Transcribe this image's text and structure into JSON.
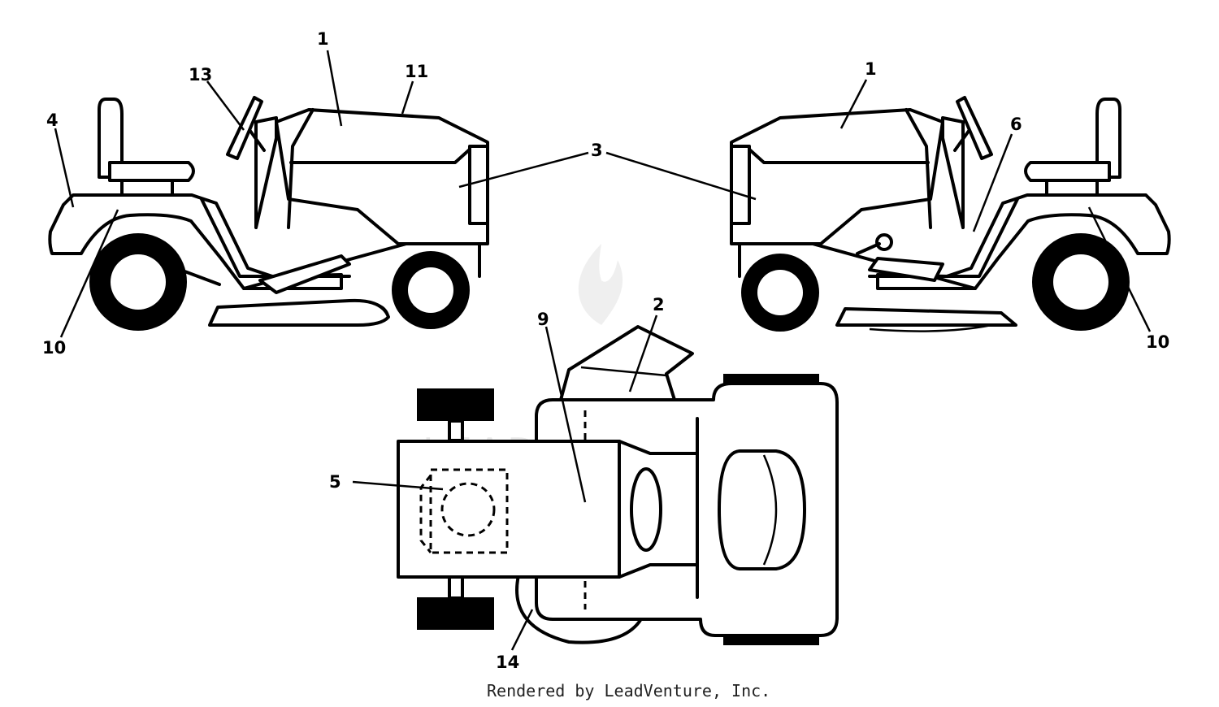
{
  "diagram": {
    "callouts": {
      "c1_left": "1",
      "c1_right": "1",
      "c2": "2",
      "c3": "3",
      "c4": "4",
      "c5": "5",
      "c6": "6",
      "c9": "9",
      "c10_left": "10",
      "c10_right": "10",
      "c11": "11",
      "c13": "13",
      "c14": "14"
    },
    "watermark": "LEADVENTURE",
    "footer": "Rendered by LeadVenture, Inc."
  },
  "colors": {
    "line": "#000000",
    "background": "#ffffff",
    "watermark": "#e9e9e9"
  }
}
